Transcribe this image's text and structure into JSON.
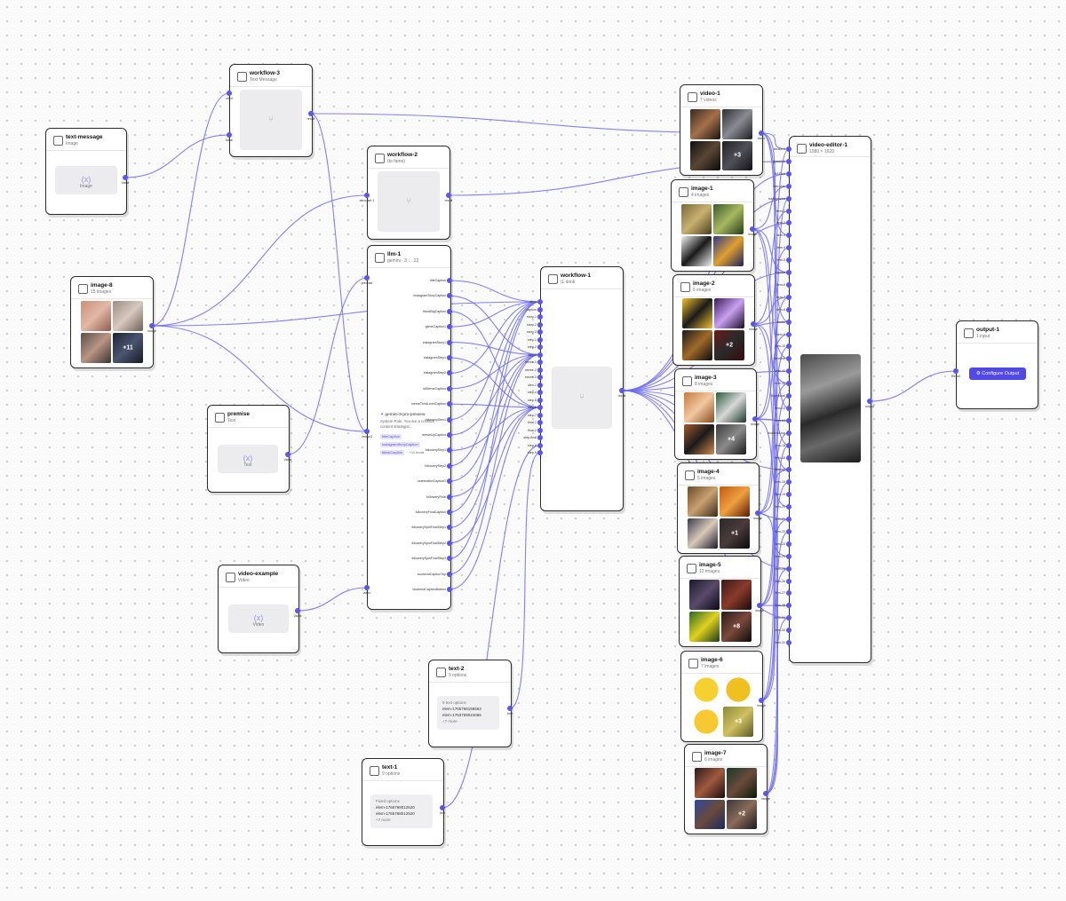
{
  "colors": {
    "accent": "#5b57e8",
    "edge": "#6f6cf0",
    "button": "#5149e6"
  },
  "nodes": {
    "text_message": {
      "title": "text-message",
      "subtitle": "Image",
      "icon": "variable-icon",
      "placeholder": "Image",
      "port": "Value"
    },
    "workflow_3": {
      "title": "workflow-3",
      "subtitle": "Text Message",
      "icon": "branch-icon",
      "ports_in": [
        "cited",
        "base"
      ],
      "port_out": "result"
    },
    "workflow_2": {
      "title": "workflow-2",
      "subtitle": "(to fame)",
      "icon": "branch-icon",
      "ports_in": [
        "carousel-1"
      ],
      "port_out": "result"
    },
    "image_8": {
      "title": "image-8",
      "subtitle": "15 images",
      "icon": "image-icon",
      "port": "image",
      "more": "+11"
    },
    "llm_1": {
      "title": "llm-1",
      "subtitle": "gemini · 3 … 22",
      "icon": "llm-icon",
      "ports_in": [
        "premise",
        "image3",
        "video"
      ],
      "model": "gemini-3-pro-preview",
      "system_text": "System Role: You are a creative content strategist...",
      "chips": [
        "titleCaption",
        "instagramStoryCaption",
        "tiktokCaption"
      ],
      "chips_more": "+11 more",
      "ports_out": [
        "titleCaption",
        "instagramStoryCaption",
        "tiktokBigCaption",
        "gameCaption1",
        "instagramStory1",
        "instagramStep1",
        "instagramStep2",
        "skMemeCaption",
        "memeThirdLevelCaption",
        "followerySlen1",
        "memeUpCaption",
        "followerySlep1",
        "followeryStep2",
        "celebrationCaption1",
        "followeryFinal",
        "followeryFinalCaption",
        "followerySpinFinalStep1",
        "followerySpinFinalStep2",
        "followerySpinFinalStep3",
        "bookendCaptionTop",
        "bookendCaptionBottom"
      ]
    },
    "workflow_1": {
      "title": "workflow-1",
      "subtitle": "(L ⊕ink",
      "icon": "branch-icon",
      "port_out": "result",
      "ports_in": [
        "titles",
        "caption",
        "story-1",
        "story-2",
        "story-3",
        "step-1",
        "step-2",
        "step-3",
        "meme-1",
        "meme-2",
        "meme-3",
        "slen-1",
        "step-4",
        "step-5",
        "step-6",
        "step-7",
        "final-1",
        "final-2",
        "step-final",
        "step-8",
        "step-9"
      ]
    },
    "premise": {
      "title": "premise",
      "subtitle": "Text",
      "icon": "variable-icon",
      "placeholder": "Text",
      "port": "Value"
    },
    "video_example": {
      "title": "video-example",
      "subtitle": "Video",
      "icon": "variable-icon",
      "placeholder": "Video",
      "port": "Value"
    },
    "text_2": {
      "title": "text-2",
      "subtitle": "9 options",
      "icon": "text-icon",
      "box_title": "9 text options",
      "lines": [
        "elem-1765768158563",
        "elem-1763709024066"
      ],
      "more": "+7 more",
      "port": "text"
    },
    "text_1": {
      "title": "text-1",
      "subtitle": "9 options",
      "icon": "text-icon",
      "box_title": "Fixed options",
      "lines": [
        "elem-1765768012520",
        "elem-1765768012520"
      ],
      "more": "+7 more",
      "port": "text"
    },
    "video_1": {
      "title": "video-1",
      "subtitle": "7 videos",
      "icon": "video-icon",
      "more": "+3",
      "port": "video"
    },
    "image_1": {
      "title": "image-1",
      "subtitle": "4 images",
      "icon": "image-icon",
      "port": "image"
    },
    "image_2": {
      "title": "image-2",
      "subtitle": "6 images",
      "icon": "image-icon",
      "more": "+2",
      "port": "image"
    },
    "image_3": {
      "title": "image-3",
      "subtitle": "8 images",
      "icon": "image-icon",
      "more": "+4",
      "port": "image"
    },
    "image_4": {
      "title": "image-4",
      "subtitle": "5 images",
      "icon": "image-icon",
      "more": "+1",
      "port": "image"
    },
    "image_5": {
      "title": "image-5",
      "subtitle": "12 images",
      "icon": "image-icon",
      "more": "+8",
      "port": "image"
    },
    "image_6": {
      "title": "image-6",
      "subtitle": "7 images",
      "icon": "image-icon",
      "more": "+3",
      "port": "image"
    },
    "image_7": {
      "title": "image-7",
      "subtitle": "6 images",
      "icon": "image-icon",
      "more": "+2",
      "port": "image"
    },
    "video_editor_1": {
      "title": "video-editor-1",
      "subtitle": "1080 × 1920",
      "icon": "editor-icon",
      "port_out": "output",
      "ports_in": [
        "music-1",
        "gameVid",
        "fit&Font",
        "ban-vids",
        "background",
        "item-1",
        "item-2",
        "item-3",
        "item-4",
        "item-5",
        "caption",
        "item-6",
        "item-7",
        "item-8",
        "studio",
        "item-9",
        "item-10",
        "timeline",
        "item-11",
        "item-12",
        "thumbnail",
        "item-13",
        "item-14",
        "bookend-top",
        "item-15",
        "item-16",
        "item-17",
        "item-18",
        "item-19",
        "item-20",
        "item-21",
        "item-22",
        "item-23",
        "item-24",
        "item-25",
        "item-26",
        "item-27",
        "item-28",
        "item-29",
        "item-30",
        "item-31"
      ]
    },
    "output_1": {
      "title": "output-1",
      "subtitle": "1 input",
      "icon": "output-icon",
      "port_in": "Result",
      "button": "Configure Output"
    }
  }
}
